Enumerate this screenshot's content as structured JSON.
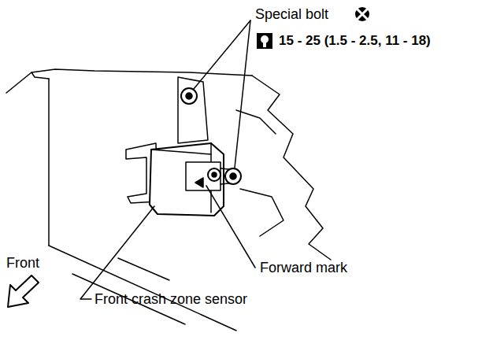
{
  "diagram": {
    "labels": [
      "Special bolt",
      "15 - 25 (1.5 - 2.5, 11 - 18)",
      "Forward mark",
      "Front",
      "Front crash zone sensor"
    ]
  }
}
